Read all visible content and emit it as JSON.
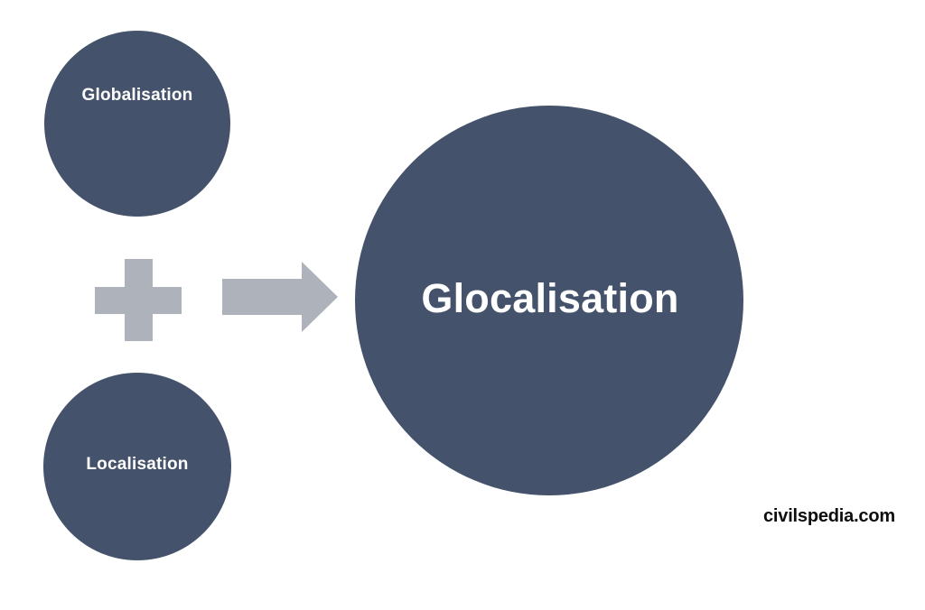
{
  "diagram": {
    "title": "Glocalisation concept diagram",
    "background_color": "#ffffff",
    "node_color": "#44536B",
    "node_text_color": "#ffffff",
    "connector_color": "#AEB2BA",
    "nodes": [
      {
        "id": "globalisation",
        "label": "Globalisation",
        "role": "input"
      },
      {
        "id": "localisation",
        "label": "Localisation",
        "role": "input"
      },
      {
        "id": "glocalisation",
        "label": "Glocalisation",
        "role": "result"
      }
    ],
    "operators": [
      {
        "id": "plus",
        "symbol": "+",
        "name": "plus-sign"
      },
      {
        "id": "arrow",
        "symbol": "→",
        "name": "arrow-right"
      }
    ]
  },
  "watermark": {
    "text": "civilspedia.com",
    "color": "#0d0d0d"
  }
}
